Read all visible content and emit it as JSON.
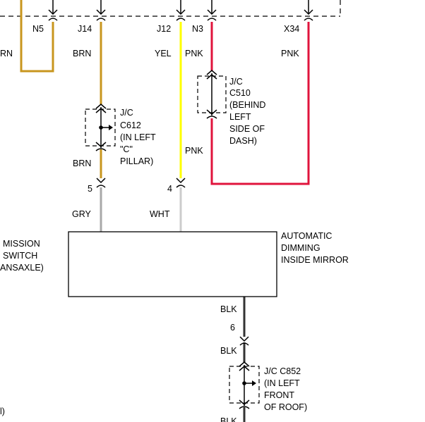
{
  "colors": {
    "brn": "#c8961e",
    "yel": "#ffff00",
    "pnk": "#e0143c",
    "gry": "#a8a8a8",
    "wht": "#cccccc",
    "blk": "#333333",
    "line": "#000000"
  },
  "top_pins": {
    "n5": "N5",
    "j14": "J14",
    "j12": "J12",
    "n3": "N3",
    "x34": "X34"
  },
  "wire_labels": {
    "brn_left": "RN",
    "brn_top": "BRN",
    "yel": "YEL",
    "pnk_n3": "PNK",
    "pnk_x34": "PNK",
    "brn_bottom": "BRN",
    "pnk_mid": "PNK",
    "gry": "GRY",
    "wht": "WHT",
    "blk_top": "BLK",
    "blk_mid": "BLK",
    "blk_bottom": "BLK"
  },
  "pin_numbers": {
    "pin5": "5",
    "pin4": "4",
    "pin6": "6"
  },
  "junctions": {
    "c510": [
      "J/C",
      "C510",
      "(BEHIND",
      "LEFT",
      "SIDE OF",
      "DASH)"
    ],
    "c612": [
      "J/C",
      "C612",
      "(IN LEFT",
      "\"C\"",
      "PILLAR)"
    ],
    "c852": [
      "J/C C852",
      "(IN LEFT",
      "FRONT",
      "OF ROOF)"
    ]
  },
  "components": {
    "mirror": [
      "AUTOMATIC",
      "DIMMING",
      "INSIDE MIRROR"
    ],
    "transaxle_switch": [
      "MISSION",
      "SWITCH",
      "ANSAXLE)"
    ]
  },
  "footnote": "l)"
}
